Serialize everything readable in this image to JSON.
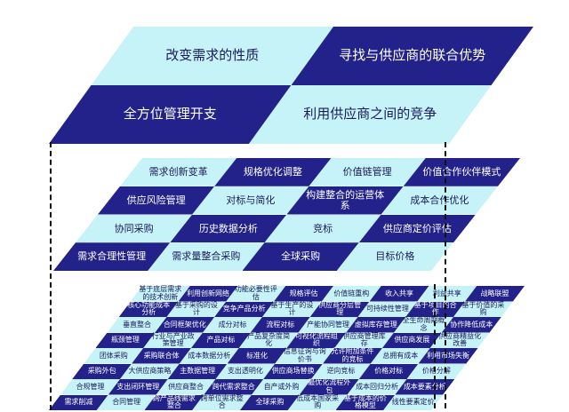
{
  "colors": {
    "dark": "#22228a",
    "light": "#c6f3f7",
    "dark_text": "#ffffff",
    "light_text": "#1a1a5a"
  },
  "top_grid": {
    "rows": [
      [
        "改变需求的性质",
        "寻找与供应商的联合优势"
      ],
      [
        "全方位管理开支",
        "利用供应商之间的竞争"
      ]
    ]
  },
  "middle_grid": {
    "rows": [
      [
        "需求创新变革",
        "规格优化调整",
        "价值链管理",
        "价值合作伙伴模式"
      ],
      [
        "供应风险管理",
        "对标与简化",
        "构建整合的运营体系",
        "成本合作优化"
      ],
      [
        "协同采购",
        "历史数据分析",
        "竞标",
        "供应商定价评估"
      ],
      [
        "需求合理性管理",
        "需求量整合采购",
        "全球采购",
        "目标价格"
      ]
    ]
  },
  "bottom_grid": {
    "rows": [
      [
        "基于底层需求的技术创新",
        "利用创新网络",
        "功能必要性评估",
        "规格评估",
        "价值链重构",
        "收入共享",
        "利益共享",
        "战略联盟"
      ],
      [
        "核心功能成本分析",
        "基于采购的设计",
        "竞争产品分析",
        "基于生产的设计",
        "供应商分层管理",
        "可持续性管理",
        "基于项目的合作",
        "基于价值的采购"
      ],
      [
        "垂直整合",
        "合同框架优化",
        "成分对标",
        "流程对标",
        "产能协同管理",
        "虚拟库存管理",
        "全生命周期概念",
        "协作降低成本"
      ],
      [
        "瓶颈管理",
        "行业与产业政策管理",
        "产品对标",
        "产品复杂度简化",
        "可视化流程组织",
        "供应商管理库存",
        "供应商发展",
        "供应商精益化改善"
      ],
      [
        "团体采购",
        "采购联合体",
        "成本数据分析",
        "标准化",
        "信息征询与询价书",
        "允许附加条件的竞标",
        "总拥有成本",
        "利用市场失衡"
      ],
      [
        "采购外包",
        "大供应商策略",
        "主数据管理",
        "支出透明化",
        "供应商场替换",
        "逆向竞标",
        "价格对标",
        "价格分解"
      ],
      [
        "合规管理",
        "支出闭环管理",
        "供应商整合",
        "跨代需求整合",
        "自产或外购",
        "最优化流程外包",
        "成本回归分析",
        "成本要素分析"
      ],
      [
        "需求削减",
        "合同管理",
        "跨产品线需求整合",
        "跨单位需求整合",
        "全球采购",
        "低成本国家采购",
        "基于成本的价格模型",
        "线性要素定价"
      ]
    ]
  }
}
